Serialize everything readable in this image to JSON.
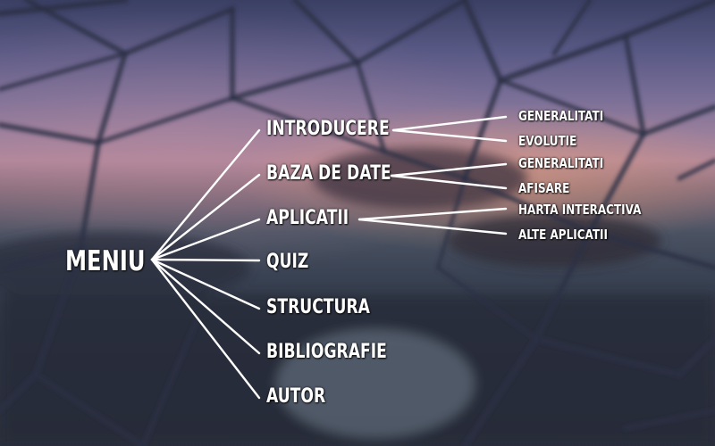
{
  "menu": {
    "title": "MENIU",
    "items": [
      {
        "label": "INTRODUCERE",
        "submenu": [
          "GENERALITATI",
          "EVOLUTIE"
        ]
      },
      {
        "label": "BAZA DE DATE",
        "submenu": [
          "GENERALITATI",
          "AFISARE"
        ]
      },
      {
        "label": "APLICATII",
        "submenu": [
          "HARTA INTERACTIVA",
          "ALTE APLICATII"
        ]
      },
      {
        "label": "QUIZ",
        "submenu": []
      },
      {
        "label": "STRUCTURA",
        "submenu": []
      },
      {
        "label": "BIBLIOGRAFIE",
        "submenu": []
      },
      {
        "label": "AUTOR",
        "submenu": []
      }
    ]
  },
  "colors": {
    "text": "#ffffff",
    "connector": "#ffffff",
    "sky_top": "#3a3f63",
    "sunset": "#b1879a",
    "ground": "#2a303d"
  }
}
